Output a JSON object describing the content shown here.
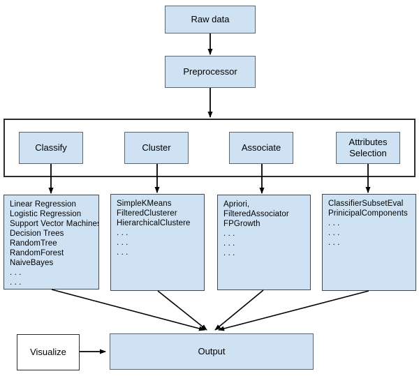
{
  "diagram": {
    "nodes": {
      "raw_data": "Raw data",
      "preprocessor": "Preprocessor",
      "classify": "Classify",
      "cluster": "Cluster",
      "associate": "Associate",
      "attributes_selection": "Attributes Selection",
      "visualize": "Visualize",
      "output": "Output"
    },
    "lists": {
      "classify": [
        "Linear Regression",
        "Logistic Regression",
        "Support Vector Machines",
        "Decision Trees",
        "RandomTree",
        "RandomForest",
        "NaiveBayes",
        ". . .",
        ". . .",
        ". . ."
      ],
      "cluster": [
        "SimpleKMeans",
        "FilteredClusterer",
        "HierarchicalClustere",
        ". . .",
        ". . .",
        ". . ."
      ],
      "associate": [
        "Apriori,",
        "FilteredAssociator",
        "FPGrowth",
        ". . .",
        ". . .",
        ". . ."
      ],
      "attributes_selection": [
        "ClassifierSubsetEval",
        "PrinicipalComponents",
        ". . .",
        ". . .",
        ". . ."
      ]
    },
    "colors": {
      "node_fill": "#cfe2f3",
      "node_border": "#5a6672",
      "panel_border": "#2b2b2b",
      "arrow": "#000000",
      "visualize_fill": "#ffffff",
      "text": "#000000"
    }
  }
}
